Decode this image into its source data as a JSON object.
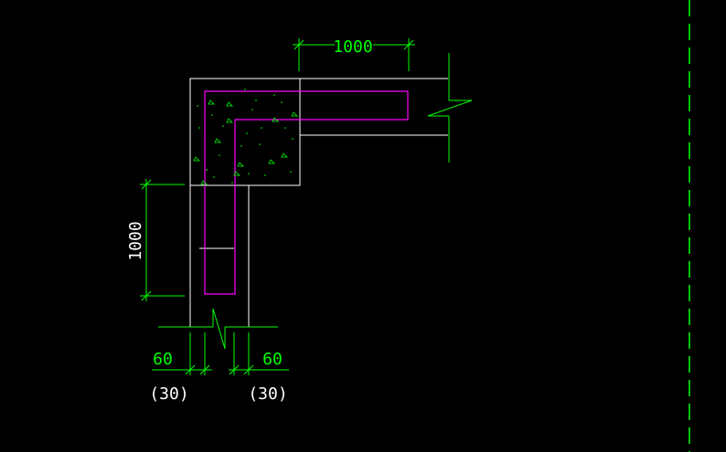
{
  "drawing": {
    "colors": {
      "background": "#000000",
      "outline": "#ffffff",
      "dimension": "#00ff00",
      "rebar": "#ff00ff"
    },
    "dimensions": {
      "top_length": "1000",
      "left_length": "1000",
      "bottom_left_offset": "60",
      "bottom_right_offset": "60"
    },
    "notes": {
      "bottom_left_alt": "(30)",
      "bottom_right_alt": "(30)"
    }
  }
}
